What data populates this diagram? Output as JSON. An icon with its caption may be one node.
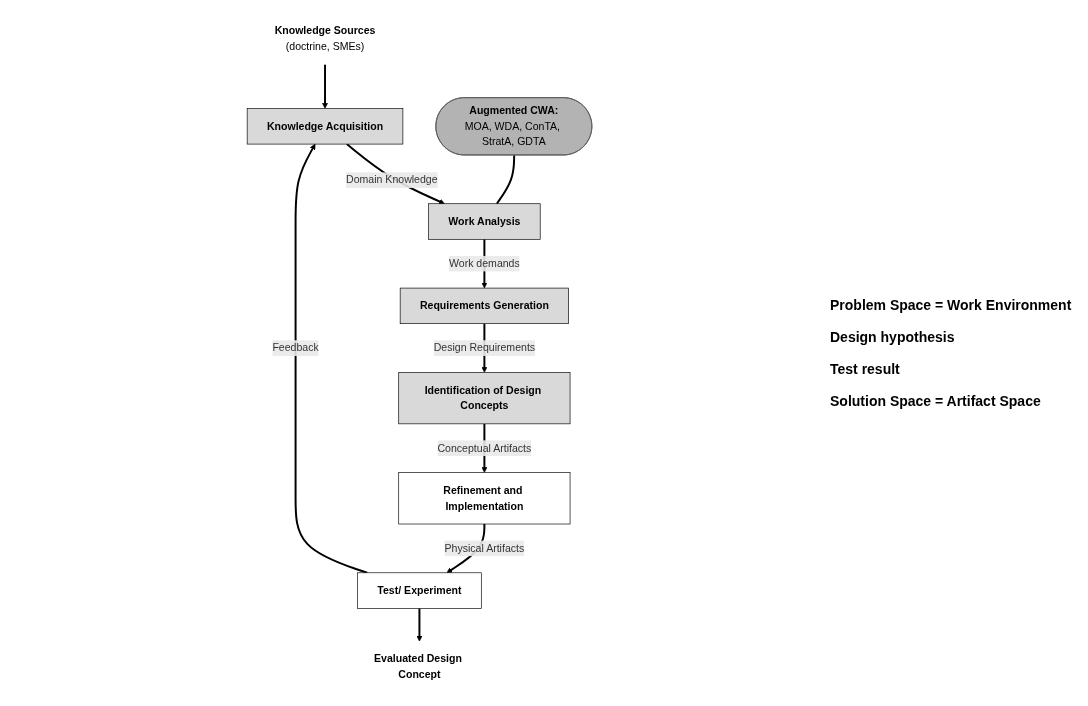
{
  "diagram": {
    "nodes": [
      {
        "text": [
          "Knowledge Sources",
          "(doctrine, SMEs)"
        ]
      },
      {
        "text": [
          "Knowledge Acquisition"
        ]
      },
      {
        "text": [
          "Augmented CWA:",
          "MOA, WDA, ConTA, StratA, GDTA"
        ]
      },
      {
        "text": [
          "Work Analysis"
        ]
      },
      {
        "text": [
          "Requirements Generation"
        ]
      },
      {
        "text": [
          "Identification of Design Concepts"
        ]
      },
      {
        "text": [
          "Refinement and Implementation"
        ]
      },
      {
        "text": [
          "Test/ Experiment"
        ]
      },
      {
        "text": [
          "Evaluated Design Concept"
        ]
      }
    ],
    "edges": [
      {
        "from": 0,
        "to": 1,
        "arrow": "to"
      },
      {
        "from": 1,
        "to": 3,
        "arrow": "to",
        "label": "Domain Knowledge"
      },
      {
        "from": 2,
        "to": 3,
        "arrow": "none"
      },
      {
        "from": 3,
        "to": 4,
        "arrow": "to",
        "label": "Work demands"
      },
      {
        "from": 4,
        "to": 5,
        "arrow": "to",
        "label": "Design Requirements"
      },
      {
        "from": 5,
        "to": 6,
        "arrow": "to",
        "label": "Conceptual Artifacts"
      },
      {
        "from": 6,
        "to": 7,
        "arrow": "to",
        "label": "Physical Artifacts"
      },
      {
        "from": 7,
        "to": 8,
        "arrow": "to"
      },
      {
        "from": 7,
        "to": 1,
        "arrow": "to",
        "label": "Feedback"
      }
    ],
    "labels": [
      "Problem Space = Work Environment",
      "Design hypothesis",
      "Test result",
      "Solution Space = Artifact Space"
    ]
  }
}
